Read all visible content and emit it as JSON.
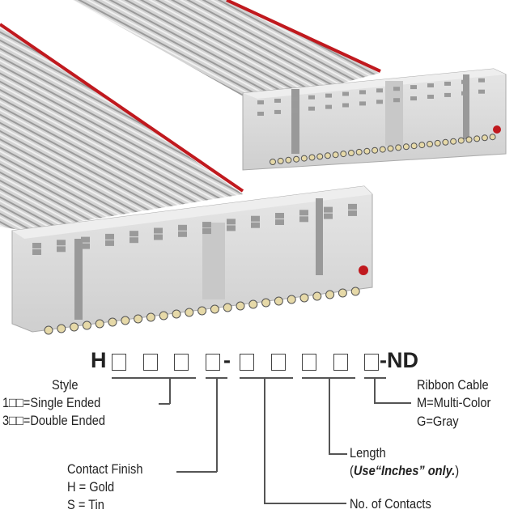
{
  "part_number": {
    "prefix": "H",
    "dash": "-",
    "suffix": "-ND"
  },
  "style": {
    "title": "Style",
    "lines": [
      "1□□=Single Ended",
      "3□□=Double Ended"
    ]
  },
  "contact_finish": {
    "title": "Contact Finish",
    "lines": [
      "H = Gold",
      "S = Tin"
    ]
  },
  "contacts": {
    "title": "No. of Contacts"
  },
  "length": {
    "title": "Length",
    "note_open": "(",
    "note_emph": "Use“Inches” only.",
    "note_close": ")"
  },
  "ribbon": {
    "title": "Ribbon Cable",
    "lines": [
      "M=Multi-Color",
      "G=Gray"
    ]
  },
  "colors": {
    "cable": "#c9c9c9",
    "stripe": "#c0191e",
    "connector": "#dcdcdc"
  }
}
